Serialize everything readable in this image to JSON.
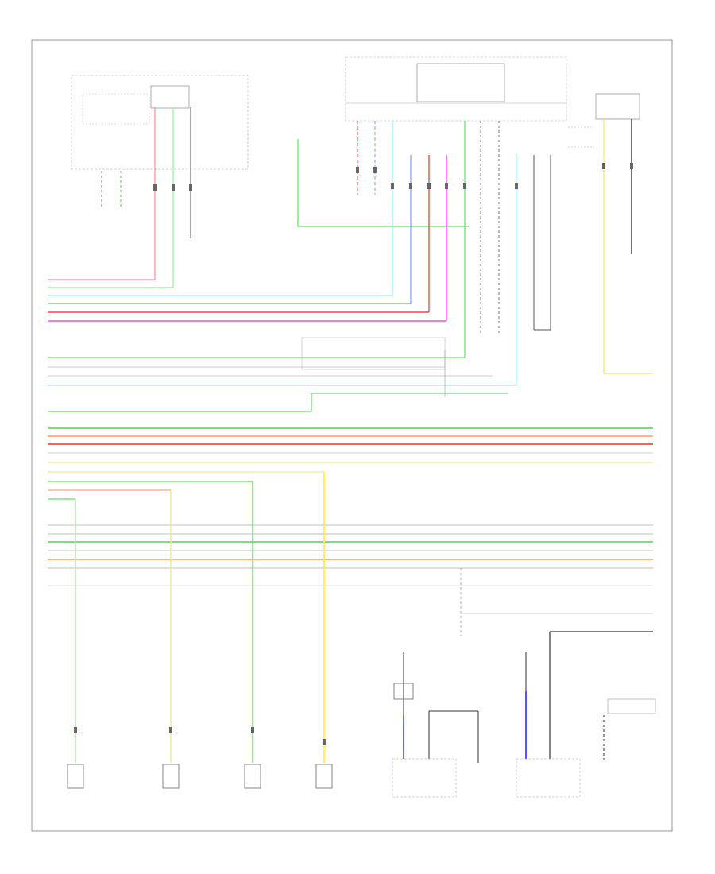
{
  "diagram": {
    "page_id": "",
    "colors": {
      "frame": "#999999",
      "pink": "#ff8899",
      "green": "#66dd66",
      "light_green": "#99ee99",
      "cyan": "#99eeff",
      "blue": "#8899ff",
      "red": "#ff4444",
      "magenta": "#ff44ff",
      "yellow": "#ffee33",
      "light_yellow": "#eeee88",
      "orange": "#ffaa66",
      "gray": "#cccccc",
      "violet": "#4444ff",
      "black": "#333333"
    },
    "components": [
      {
        "id": "ecm-left",
        "label": ""
      },
      {
        "id": "ecm-top",
        "label": ""
      },
      {
        "id": "trans-range-switch",
        "label": ""
      },
      {
        "id": "shift-solenoid-a",
        "label": ""
      },
      {
        "id": "shift-solenoid-b",
        "label": ""
      },
      {
        "id": "shift-solenoid-c",
        "label": ""
      },
      {
        "id": "shift-solenoid-d",
        "label": ""
      },
      {
        "id": "trans-speed-sensor-1",
        "label": ""
      },
      {
        "id": "trans-speed-sensor-2",
        "label": ""
      }
    ]
  }
}
